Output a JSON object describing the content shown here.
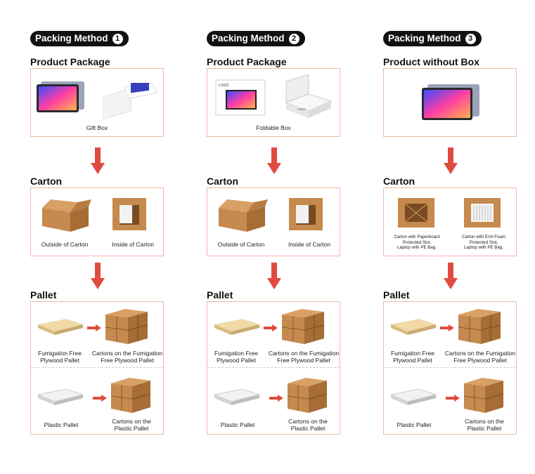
{
  "methods": [
    {
      "label": "Packing Method",
      "number": "1",
      "package_title": "Product Package",
      "package_caption": "Gift Box",
      "carton_title": "Carton",
      "carton_captions": [
        "Outside of Carton",
        "Inside of Carton"
      ],
      "pallet_title": "Pallet",
      "pallet_top": [
        "Fumigation Free\nPlywood Pallet",
        "Cartons on the Fumigation\nFree Plywood Pallet"
      ],
      "pallet_bottom": [
        "Plastic Pallet",
        "Cartons on the\nPlastic Pallet"
      ]
    },
    {
      "label": "Packing Method",
      "number": "2",
      "package_title": "Product Package",
      "package_caption": "Foldable Box",
      "carton_title": "Carton",
      "carton_captions": [
        "Outside of Carton",
        "Inside of Carton"
      ],
      "pallet_title": "Pallet",
      "pallet_top": [
        "Fumigation Free\nPlywood Pallet",
        "Cartons on the Fumigation\nFree Plywood Pallet"
      ],
      "pallet_bottom": [
        "Plastic Pallet",
        "Cartons on the\nPlastic Pallet"
      ]
    },
    {
      "label": "Packing Method",
      "number": "3",
      "package_title": "Product without Box",
      "package_caption": "",
      "carton_title": "Carton",
      "carton_captions": [
        "Carton with Paperboard\nProtected Slot,\nLaptop with PE Bag.",
        "Carton with EVA Foam\nProtected Slot,\nLaptop with PE Bag."
      ],
      "pallet_title": "Pallet",
      "pallet_top": [
        "Fumigation Free\nPlywood Pallet",
        "Cartons on the Fumigation\nFree Plywood Pallet"
      ],
      "pallet_bottom": [
        "Plastic Pallet",
        "Cartons on the\nPlastic Pallet"
      ]
    }
  ],
  "logo_text": "LOGO",
  "colors": {
    "arrow": "#e04a3f",
    "border": "#f0b7a7",
    "pill": "#111111",
    "cardboard": "#c58a4e"
  }
}
